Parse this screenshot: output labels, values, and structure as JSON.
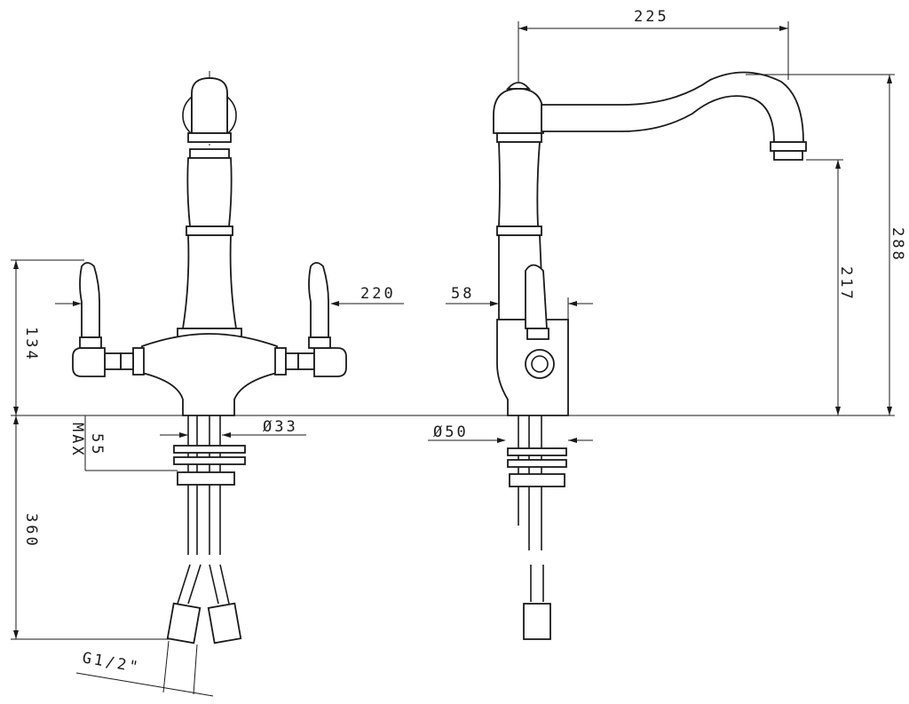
{
  "front_view": {
    "dim_spout_reach": "220",
    "dim_handle_height": "134",
    "dim_max_thickness": "55",
    "dim_max_label": "MAX",
    "dim_hole_diameter": "Ø33",
    "dim_hose_length": "360",
    "dim_connection": "G1/2\""
  },
  "side_view": {
    "dim_reach": "225",
    "dim_total_height": "288",
    "dim_spout_height": "217",
    "dim_handle_offset": "58",
    "dim_base_diameter": "Ø50"
  }
}
